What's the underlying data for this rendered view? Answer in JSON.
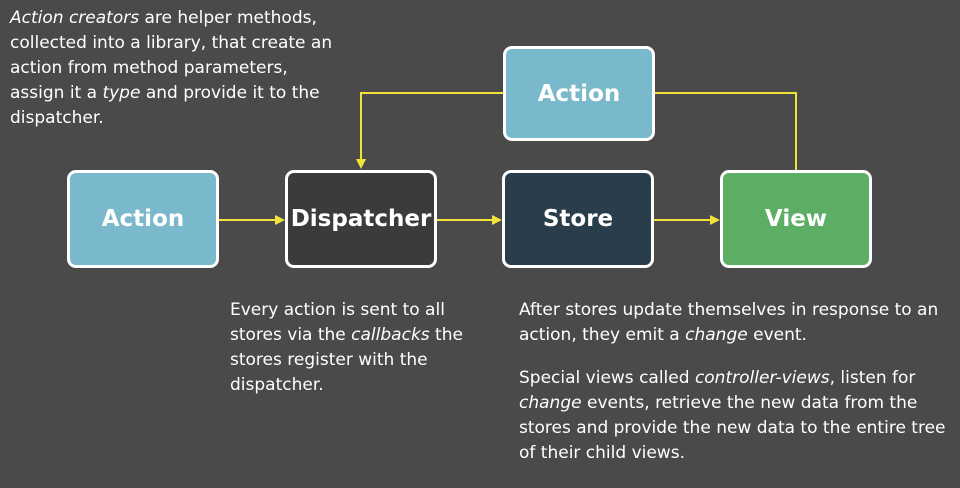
{
  "colors": {
    "background": "#4a4a4a",
    "action": "#7ab8cc",
    "dispatcher": "#3b3b3b",
    "store": "#2a3d4b",
    "view": "#5cae64",
    "arrow": "#f2e23a",
    "border": "#ffffff"
  },
  "nodes": {
    "action_top": "Action",
    "action": "Action",
    "dispatcher": "Dispatcher",
    "store": "Store",
    "view": "View"
  },
  "notes": {
    "action_creators": {
      "em1": "Action creators",
      "t1": " are helper methods, collected into a library, that create an action from method parameters, assign it a ",
      "em2": "type",
      "t2": " and provide it to the dispatcher."
    },
    "dispatcher": {
      "t1": "Every action is sent to all stores via the ",
      "em1": "callbacks",
      "t2": " the stores register with the dispatcher."
    },
    "store_change": {
      "t1": "After stores update themselves in response to an action, they emit a ",
      "em1": "change",
      "t2": " event."
    },
    "controller_views": {
      "t1": "Special views called ",
      "em1": "controller-views",
      "t2": ", listen for ",
      "em2": "change",
      "t3": " events, retrieve the new data from the stores and provide the new data to the entire tree of their child views."
    }
  }
}
